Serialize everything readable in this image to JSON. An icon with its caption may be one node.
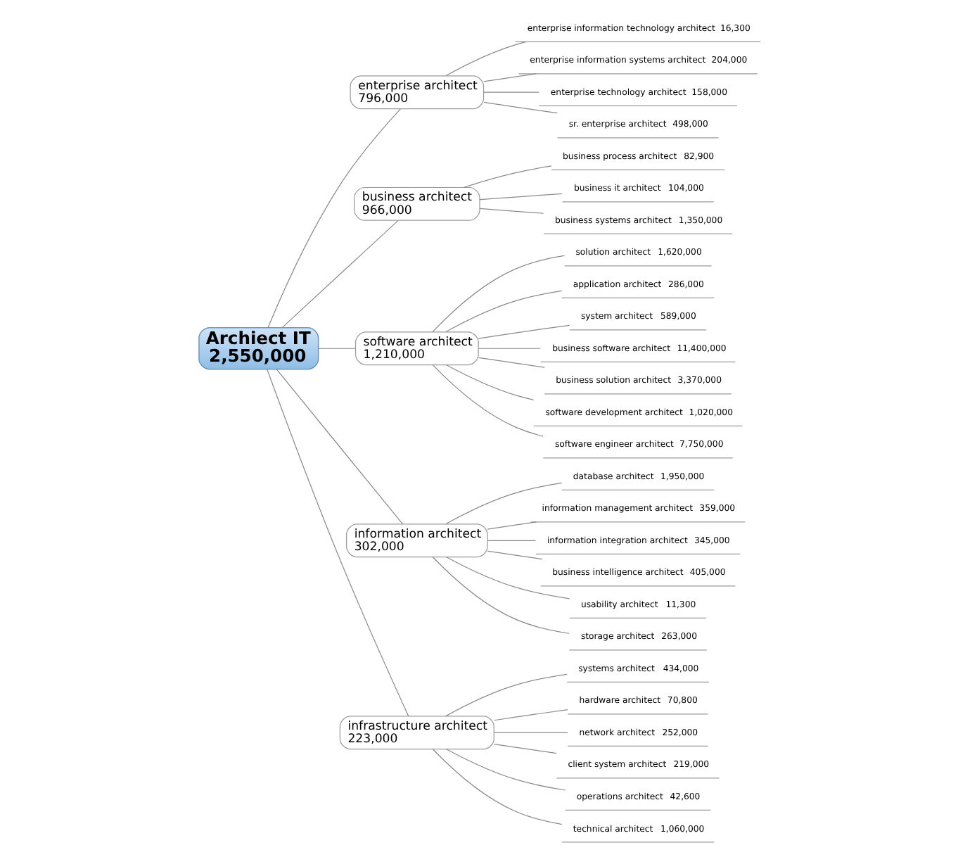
{
  "diagram": {
    "nodes": [
      {
        "text": [
          "Archiect IT",
          "2,550,000"
        ]
      },
      {
        "text": [
          "enterprise architect",
          "796,000"
        ]
      },
      {
        "text": [
          "enterprise information technology architect",
          "16,300"
        ]
      },
      {
        "text": [
          "enterprise information systems architect",
          "204,000"
        ]
      },
      {
        "text": [
          "enterprise technology architect",
          "158,000"
        ]
      },
      {
        "text": [
          "sr. enterprise architect",
          "498,000"
        ]
      },
      {
        "text": [
          "business architect",
          "966,000"
        ]
      },
      {
        "text": [
          "business process architect",
          "82,900"
        ]
      },
      {
        "text": [
          "business it architect",
          "104,000"
        ]
      },
      {
        "text": [
          "business systems architect",
          "1,350,000"
        ]
      },
      {
        "text": [
          "software architect",
          "1,210,000"
        ]
      },
      {
        "text": [
          "solution architect",
          "1,620,000"
        ]
      },
      {
        "text": [
          "application architect",
          "286,000"
        ]
      },
      {
        "text": [
          "system architect",
          "589,000"
        ]
      },
      {
        "text": [
          "business software architect",
          "11,400,000"
        ]
      },
      {
        "text": [
          "business solution architect",
          "3,370,000"
        ]
      },
      {
        "text": [
          "software development architect",
          "1,020,000"
        ]
      },
      {
        "text": [
          "software engineer architect",
          "7,750,000"
        ]
      },
      {
        "text": [
          "information architect",
          "302,000"
        ]
      },
      {
        "text": [
          "database architect",
          "1,950,000"
        ]
      },
      {
        "text": [
          "information management architect",
          "359,000"
        ]
      },
      {
        "text": [
          "information integration architect",
          "345,000"
        ]
      },
      {
        "text": [
          "business intelligence architect",
          "405,000"
        ]
      },
      {
        "text": [
          "usability architect",
          "11,300"
        ]
      },
      {
        "text": [
          "storage architect",
          "263,000"
        ]
      },
      {
        "text": [
          "infrastructure architect",
          "223,000"
        ]
      },
      {
        "text": [
          "systems architect",
          "434,000"
        ]
      },
      {
        "text": [
          "hardware architect",
          "70,800"
        ]
      },
      {
        "text": [
          "network architect",
          "252,000"
        ]
      },
      {
        "text": [
          "client system architect",
          "219,000"
        ]
      },
      {
        "text": [
          "operations architect",
          "42,600"
        ]
      },
      {
        "text": [
          "technical architect",
          "1,060,000"
        ]
      }
    ],
    "edges": [
      {
        "from": 0,
        "to": 1,
        "arrow": "none"
      },
      {
        "from": 1,
        "to": 2,
        "arrow": "none"
      },
      {
        "from": 1,
        "to": 3,
        "arrow": "none"
      },
      {
        "from": 1,
        "to": 4,
        "arrow": "none"
      },
      {
        "from": 1,
        "to": 5,
        "arrow": "none"
      },
      {
        "from": 0,
        "to": 6,
        "arrow": "none"
      },
      {
        "from": 6,
        "to": 7,
        "arrow": "none"
      },
      {
        "from": 6,
        "to": 8,
        "arrow": "none"
      },
      {
        "from": 6,
        "to": 9,
        "arrow": "none"
      },
      {
        "from": 0,
        "to": 10,
        "arrow": "none"
      },
      {
        "from": 10,
        "to": 11,
        "arrow": "none"
      },
      {
        "from": 10,
        "to": 12,
        "arrow": "none"
      },
      {
        "from": 10,
        "to": 13,
        "arrow": "none"
      },
      {
        "from": 10,
        "to": 14,
        "arrow": "none"
      },
      {
        "from": 10,
        "to": 15,
        "arrow": "none"
      },
      {
        "from": 10,
        "to": 16,
        "arrow": "none"
      },
      {
        "from": 10,
        "to": 17,
        "arrow": "none"
      },
      {
        "from": 0,
        "to": 18,
        "arrow": "none"
      },
      {
        "from": 18,
        "to": 19,
        "arrow": "none"
      },
      {
        "from": 18,
        "to": 20,
        "arrow": "none"
      },
      {
        "from": 18,
        "to": 21,
        "arrow": "none"
      },
      {
        "from": 18,
        "to": 22,
        "arrow": "none"
      },
      {
        "from": 18,
        "to": 23,
        "arrow": "none"
      },
      {
        "from": 18,
        "to": 24,
        "arrow": "none"
      },
      {
        "from": 0,
        "to": 25,
        "arrow": "none"
      },
      {
        "from": 25,
        "to": 26,
        "arrow": "none"
      },
      {
        "from": 25,
        "to": 27,
        "arrow": "none"
      },
      {
        "from": 25,
        "to": 28,
        "arrow": "none"
      },
      {
        "from": 25,
        "to": 29,
        "arrow": "none"
      },
      {
        "from": 25,
        "to": 30,
        "arrow": "none"
      },
      {
        "from": 25,
        "to": 31,
        "arrow": "none"
      }
    ]
  }
}
